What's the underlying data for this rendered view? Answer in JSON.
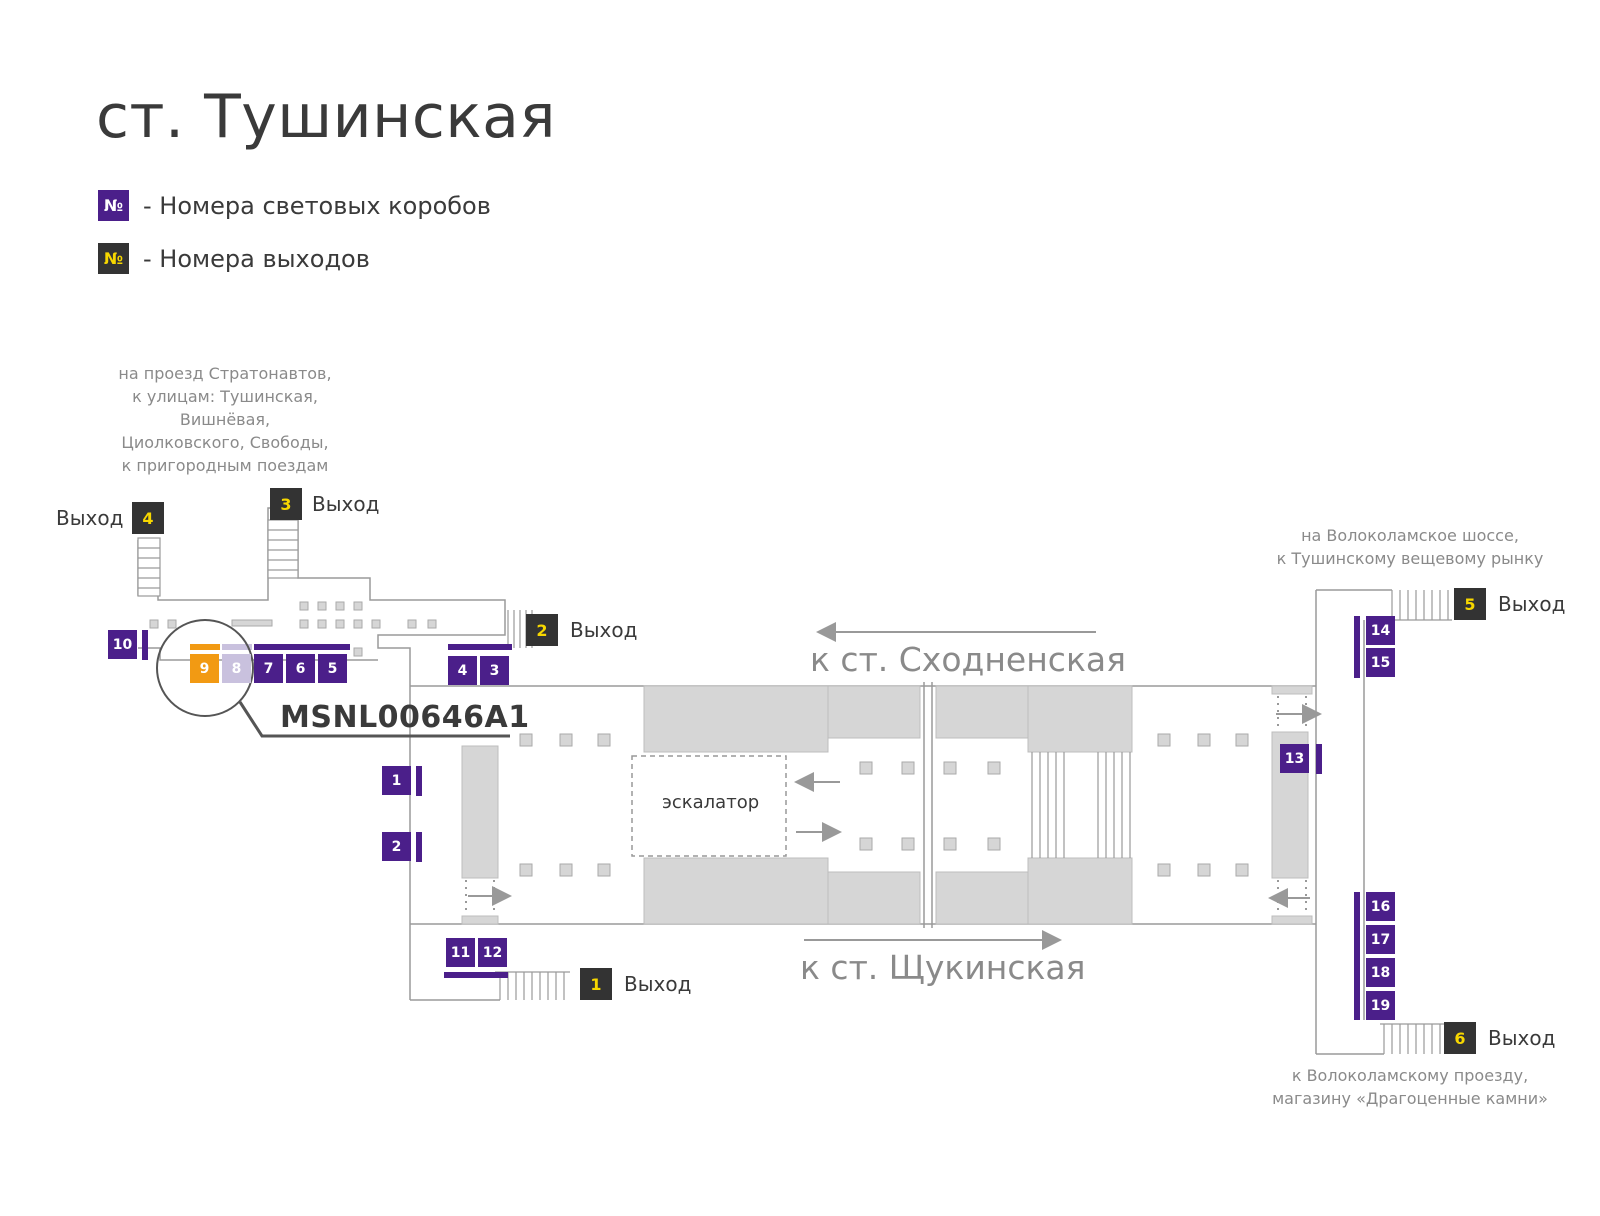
{
  "title": "ст. Тушинская",
  "legend": {
    "badge_symbol": "№",
    "lightboxes": "- Номера световых коробов",
    "exits": "- Номера выходов"
  },
  "destinations": {
    "north_west": [
      "на проезд Стратонавтов,",
      "к улицам: Тушинская,",
      "Вишнёвая,",
      "Циолковского, Свободы,",
      "к пригородным поездам"
    ],
    "north_east": [
      "на Волоколамское шоссе,",
      "к Тушинскому вещевому рынку"
    ],
    "south_east": [
      "к Волоколамскому проезду,",
      "магазину «Драгоценные камни»"
    ]
  },
  "exit_word": "Выход",
  "exits": [
    "1",
    "2",
    "3",
    "4",
    "5",
    "6"
  ],
  "directions": {
    "north": "к ст. Сходненская",
    "south": "к ст. Щукинская"
  },
  "escalator": "эскалатор",
  "lightbox_code": "MSNL00646A1",
  "lightboxes": [
    "1",
    "2",
    "3",
    "4",
    "5",
    "6",
    "7",
    "8",
    "9",
    "10",
    "11",
    "12",
    "13",
    "14",
    "15",
    "16",
    "17",
    "18",
    "19"
  ],
  "colors": {
    "lightbox": "#4b1f8a",
    "exit": "#333333",
    "exit_number": "#f7d700",
    "highlight": "#f29a13",
    "muted": "#c9c1de",
    "structure": "#d6d6d6"
  }
}
